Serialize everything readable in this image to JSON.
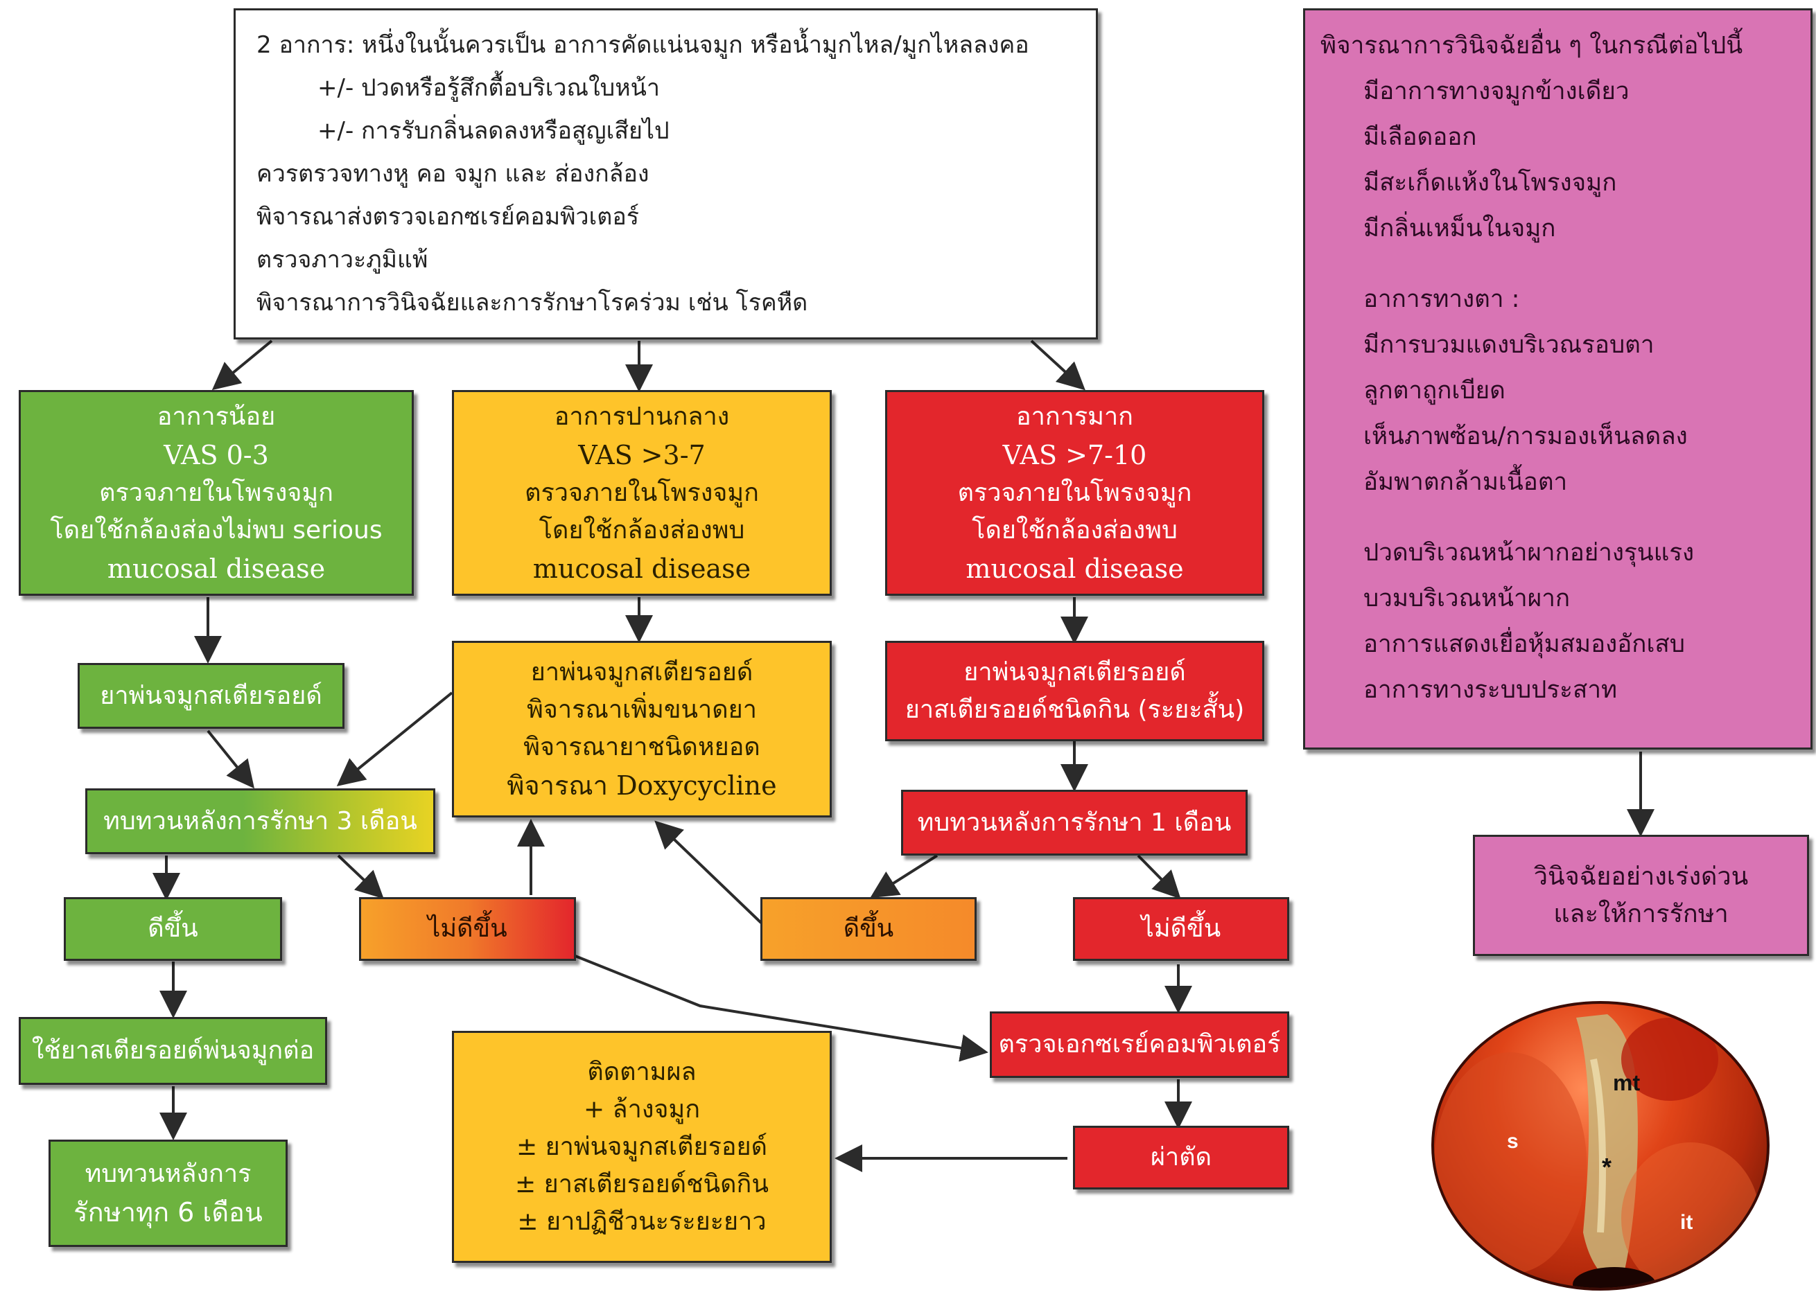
{
  "top": {
    "line1": "2 อาการ: หนึ่งในนั้นควรเป็น อาการคัดแน่นจมูก หรือน้ำมูกไหล/มูกไหลลงคอ",
    "line2": "+/-   ปวดหรือรู้สึกตื้อบริเวณใบหน้า",
    "line3": "+/-   การรับกลิ่นลดลงหรือสูญเสียไป",
    "line4": "ควรตรวจทางหู คอ จมูก และ ส่องกล้อง",
    "line5": "พิจารณาส่งตรวจเอกซเรย์คอมพิวเตอร์",
    "line6": "ตรวจภาวะภูมิแพ้",
    "line7": "พิจารณาการวินิจฉัยและการรักษาโรคร่วม เช่น โรคหืด"
  },
  "mild": {
    "title": "อาการน้อย",
    "vas": "VAS 0-3",
    "l3": "ตรวจภายในโพรงจมูก",
    "l4": "โดยใช้กล้องส่องไม่พบ serious",
    "l5": "mucosal disease",
    "treat": "ยาพ่นจมูกสเตียรอยด์",
    "review": "ทบทวนหลังการรักษา 3 เดือน",
    "better": "ดีขึ้น",
    "worse": "ไม่ดีขึ้น",
    "continue": "ใช้ยาสเตียรอยด์พ่นจมูกต่อ",
    "review6_l1": "ทบทวนหลังการ",
    "review6_l2": "รักษาทุก 6 เดือน"
  },
  "moderate": {
    "title": "อาการปานกลาง",
    "vas": "VAS >3-7",
    "l3": "ตรวจภายในโพรงจมูก",
    "l4": "โดยใช้กล้องส่องพบ",
    "l5": "mucosal disease",
    "treat_l1": "ยาพ่นจมูกสเตียรอยด์",
    "treat_l2": "พิจารณาเพิ่มขนาดยา",
    "treat_l3": "พิจารณายาชนิดหยอด",
    "treat_l4": "พิจารณา Doxycycline",
    "follow_title": "ติดตามผล",
    "follow_l2": "+ ล้างจมูก",
    "follow_l3": "± ยาพ่นจมูกสเตียรอยด์",
    "follow_l4": "± ยาสเตียรอยด์ชนิดกิน",
    "follow_l5": "± ยาปฏิชีวนะระยะยาว"
  },
  "severe": {
    "title": "อาการมาก",
    "vas": "VAS >7-10",
    "l3": "ตรวจภายในโพรงจมูก",
    "l4": "โดยใช้กล้องส่องพบ",
    "l5": "mucosal disease",
    "treat_l1": "ยาพ่นจมูกสเตียรอยด์",
    "treat_l2": "ยาสเตียรอยด์ชนิดกิน (ระยะสั้น)",
    "review": "ทบทวนหลังการรักษา 1 เดือน",
    "better": "ดีขึ้น",
    "worse": "ไม่ดีขึ้น",
    "ct": "ตรวจเอกซเรย์คอมพิวเตอร์",
    "surgery": "ผ่าตัด"
  },
  "redflag": {
    "title": "พิจารณาการวินิจฉัยอื่น ๆ ในกรณีต่อไปนี้",
    "n1": "มีอาการทางจมูกข้างเดียว",
    "n2": "มีเลือดออก",
    "n3": "มีสะเก็ดแห้งในโพรงจมูก",
    "n4": "มีกลิ่นเหม็นในจมูก",
    "eye_title": "อาการทางตา :",
    "e1": "มีการบวมแดงบริเวณรอบตา",
    "e2": "ลูกตาถูกเบียด",
    "e3": "เห็นภาพซ้อน/การมองเห็นลดลง",
    "e4": "อัมพาตกล้ามเนื้อตา",
    "o1": "ปวดบริเวณหน้าผากอย่างรุนแรง",
    "o2": "บวมบริเวณหน้าผาก",
    "o3": "อาการแสดงเยื่อหุ้มสมองอักเสบ",
    "o4": "อาการทางระบบประสาท",
    "urgent_l1": "วินิจฉัยอย่างเร่งด่วน",
    "urgent_l2": "และให้การรักษา"
  },
  "endoscopy": {
    "label_mt": "mt",
    "label_s": "s",
    "label_star": "*",
    "label_it": "it"
  },
  "colors": {
    "green": "#6db33f",
    "yellow": "#fec42a",
    "red": "#e3262c",
    "pink": "#d974b4"
  }
}
